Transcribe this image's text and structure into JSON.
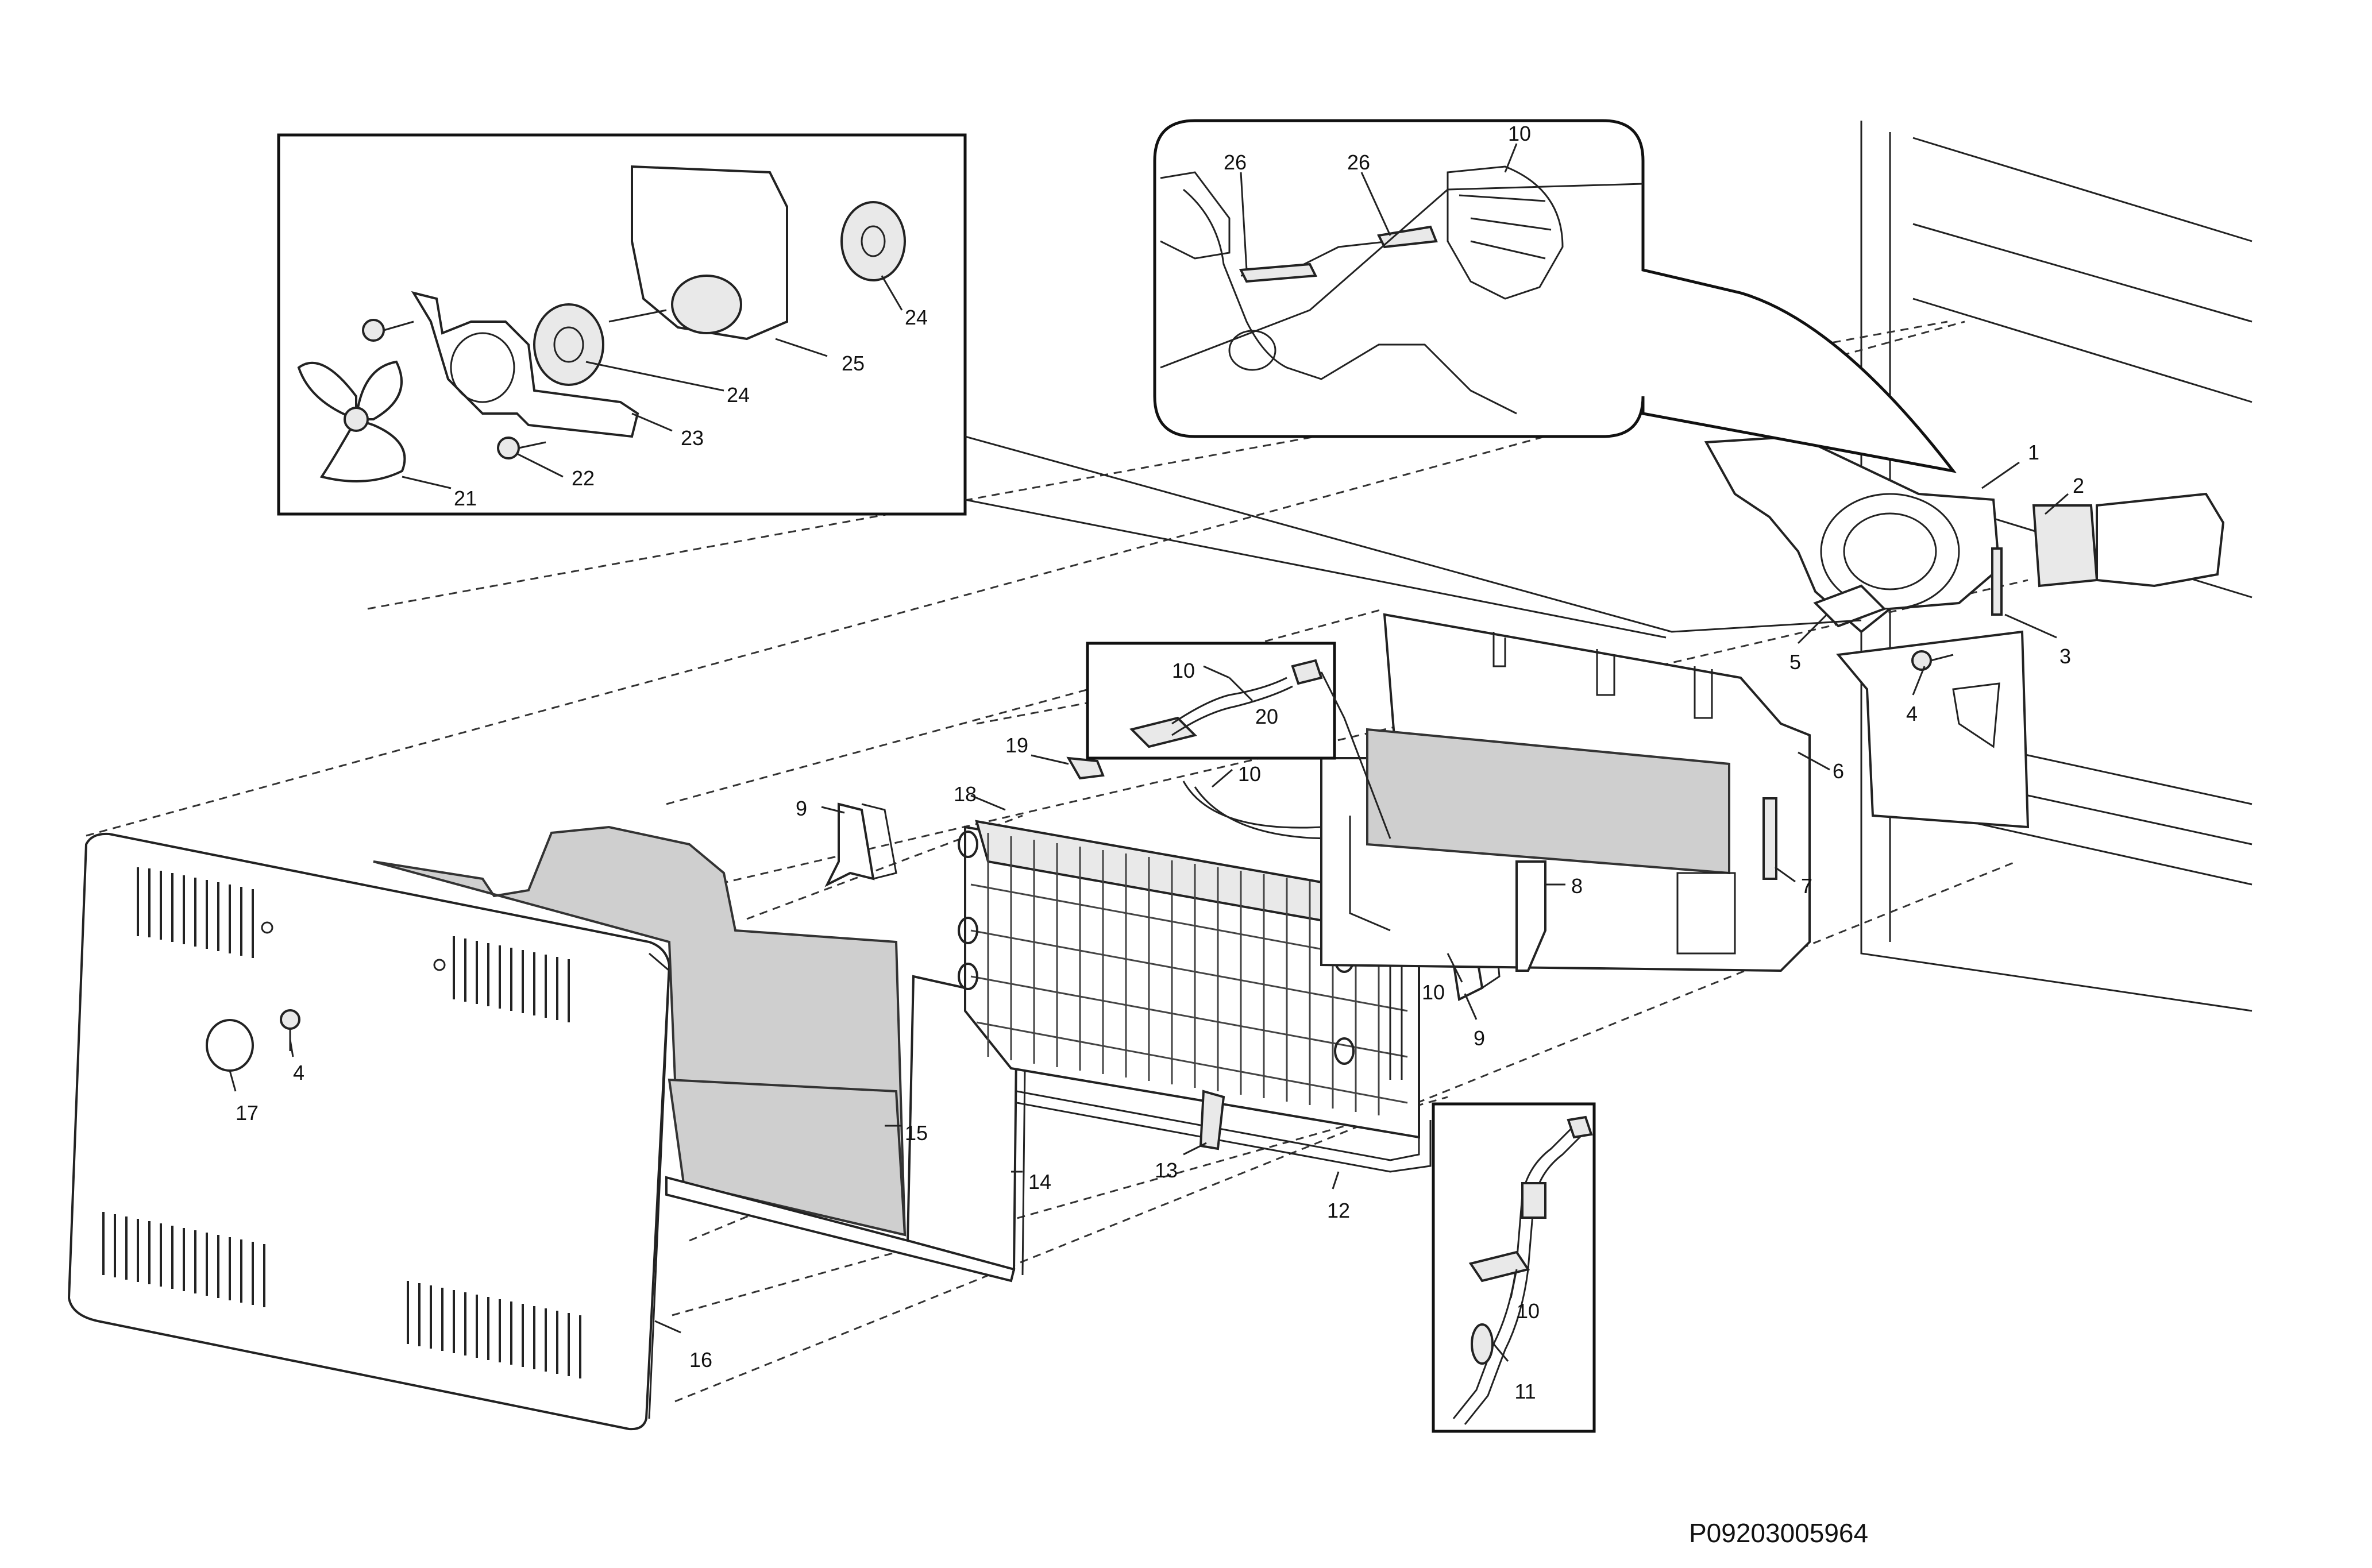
{
  "callouts": [
    {
      "id": "c1",
      "text": "1"
    },
    {
      "id": "c2",
      "text": "2"
    },
    {
      "id": "c3",
      "text": "3"
    },
    {
      "id": "c4a",
      "text": "4"
    },
    {
      "id": "c4b",
      "text": "4"
    },
    {
      "id": "c5",
      "text": "5"
    },
    {
      "id": "c6",
      "text": "6"
    },
    {
      "id": "c7",
      "text": "7"
    },
    {
      "id": "c8",
      "text": "8"
    },
    {
      "id": "c9a",
      "text": "9"
    },
    {
      "id": "c9b",
      "text": "9"
    },
    {
      "id": "c10a",
      "text": "10"
    },
    {
      "id": "c10b",
      "text": "10"
    },
    {
      "id": "c10c",
      "text": "10"
    },
    {
      "id": "c10d",
      "text": "10"
    },
    {
      "id": "c10e",
      "text": "10"
    },
    {
      "id": "c11",
      "text": "11"
    },
    {
      "id": "c12",
      "text": "12"
    },
    {
      "id": "c13",
      "text": "13"
    },
    {
      "id": "c14",
      "text": "14"
    },
    {
      "id": "c15",
      "text": "15"
    },
    {
      "id": "c16",
      "text": "16"
    },
    {
      "id": "c17",
      "text": "17"
    },
    {
      "id": "c18",
      "text": "18"
    },
    {
      "id": "c19",
      "text": "19"
    },
    {
      "id": "c20",
      "text": "20"
    },
    {
      "id": "c21",
      "text": "21"
    },
    {
      "id": "c22",
      "text": "22"
    },
    {
      "id": "c23",
      "text": "23"
    },
    {
      "id": "c24a",
      "text": "24"
    },
    {
      "id": "c24b",
      "text": "24"
    },
    {
      "id": "c25",
      "text": "25"
    },
    {
      "id": "c26a",
      "text": "26"
    },
    {
      "id": "c26b",
      "text": "26"
    }
  ],
  "diagram_code": "P09203005964"
}
